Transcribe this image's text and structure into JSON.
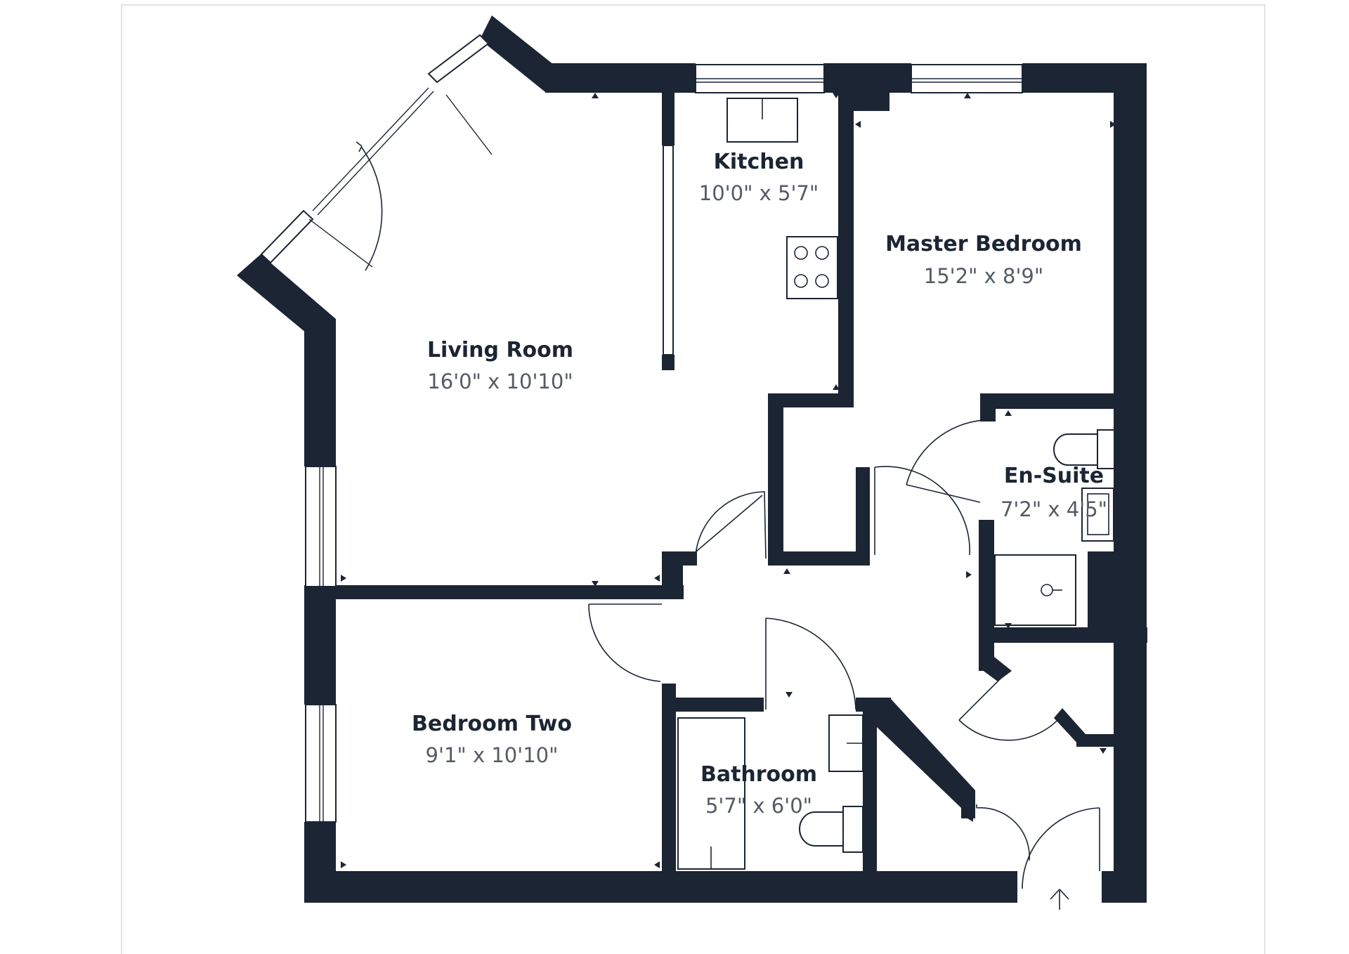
{
  "floorplan": {
    "rooms": [
      {
        "id": "living-room",
        "name": "Living Room",
        "dimensions": "16'0\" x 10'10\""
      },
      {
        "id": "kitchen",
        "name": "Kitchen",
        "dimensions": "10'0\" x 5'7\""
      },
      {
        "id": "master-bedroom",
        "name": "Master Bedroom",
        "dimensions": "15'2\" x 8'9\""
      },
      {
        "id": "en-suite",
        "name": "En-Suite",
        "dimensions": "7'2\" x 4'5\""
      },
      {
        "id": "bedroom-two",
        "name": "Bedroom Two",
        "dimensions": "9'1\" x 10'10\""
      },
      {
        "id": "bathroom",
        "name": "Bathroom",
        "dimensions": "5'7\" x 6'0\""
      }
    ],
    "colors": {
      "wall": "#1c2533",
      "name_text": "#1c2533",
      "dim_text": "#555b63",
      "background": "#ffffff"
    },
    "icons": [
      "entrance-arrow-icon",
      "door-swing-icon",
      "window-icon",
      "hob-icon",
      "sink-icon",
      "toilet-icon",
      "shower-tray-icon",
      "bathtub-icon"
    ]
  }
}
